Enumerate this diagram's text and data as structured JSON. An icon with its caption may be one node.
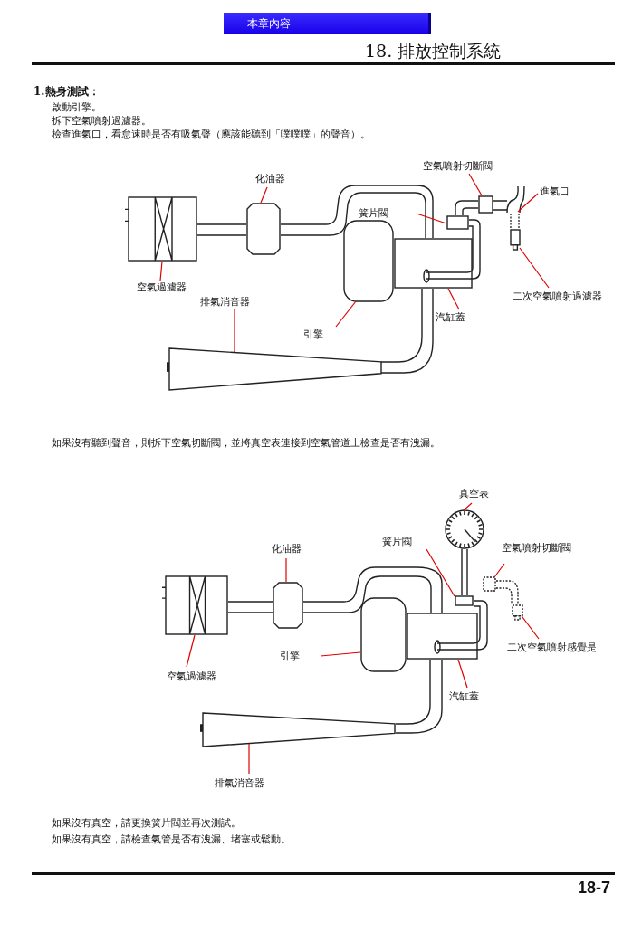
{
  "diagram": {
    "title": "18. 排放控制系統",
    "nodes": [
      {
        "text": [
          "化油器"
        ]
      },
      {
        "text": [
          "空氣噴射切斷閥"
        ]
      },
      {
        "text": [
          "進氣口"
        ]
      },
      {
        "text": [
          "簧片閥"
        ]
      },
      {
        "text": [
          "空氣過濾器"
        ]
      },
      {
        "text": [
          "排氣消音器"
        ]
      },
      {
        "text": [
          "二次空氣噴射過濾器"
        ]
      },
      {
        "text": [
          "汽缸蓋"
        ]
      },
      {
        "text": [
          "引擎"
        ]
      },
      {
        "text": [],
        "shape": "box"
      },
      {
        "text": [],
        "shape": "box"
      },
      {
        "text": [],
        "shape": "pipe"
      },
      {
        "text": [],
        "shape": "box"
      },
      {
        "text": [],
        "shape": "box"
      },
      {
        "text": [],
        "shape": "cone"
      },
      {
        "text": [],
        "shape": "box"
      },
      {
        "text": [],
        "shape": "box"
      },
      {
        "text": [],
        "shape": "box"
      },
      {
        "text": [
          "真空表"
        ]
      },
      {
        "text": [
          "化油器"
        ]
      },
      {
        "text": [
          "簧片閥"
        ]
      },
      {
        "text": [
          "空氣噴射切斷閥"
        ]
      },
      {
        "text": [
          "二次空氣噴射感覺是"
        ]
      },
      {
        "text": [
          "引擎"
        ]
      },
      {
        "text": [
          "空氣過濾器"
        ]
      },
      {
        "text": [
          "汽缸蓋"
        ]
      },
      {
        "text": [
          "排氣消音器"
        ]
      },
      {
        "text": [],
        "shape": "circle"
      },
      {
        "text": [],
        "shape": "box"
      },
      {
        "text": [],
        "shape": "box"
      },
      {
        "text": [],
        "shape": "box"
      },
      {
        "text": [],
        "shape": "box"
      },
      {
        "text": [],
        "shape": "box"
      },
      {
        "text": [],
        "shape": "box"
      },
      {
        "text": [],
        "shape": "box"
      },
      {
        "text": [],
        "shape": "cone"
      }
    ],
    "edges": [
      {
        "from": 0,
        "to": 9,
        "arrow": "none"
      },
      {
        "from": 1,
        "to": 10,
        "arrow": "none"
      },
      {
        "from": 2,
        "to": 11,
        "arrow": "none"
      },
      {
        "from": 3,
        "to": 12,
        "arrow": "none"
      },
      {
        "from": 4,
        "to": 13,
        "arrow": "none"
      },
      {
        "from": 5,
        "to": 14,
        "arrow": "none"
      },
      {
        "from": 6,
        "to": 15,
        "arrow": "none"
      },
      {
        "from": 7,
        "to": 16,
        "arrow": "none"
      },
      {
        "from": 8,
        "to": 17,
        "arrow": "none"
      },
      {
        "from": 18,
        "to": 27,
        "arrow": "none"
      },
      {
        "from": 19,
        "to": 28,
        "arrow": "none"
      },
      {
        "from": 20,
        "to": 29,
        "arrow": "none"
      },
      {
        "from": 21,
        "to": 30,
        "arrow": "none"
      },
      {
        "from": 22,
        "to": 31,
        "arrow": "none"
      },
      {
        "from": 23,
        "to": 32,
        "arrow": "none"
      },
      {
        "from": 24,
        "to": 33,
        "arrow": "none"
      },
      {
        "from": 25,
        "to": 34,
        "arrow": "none"
      },
      {
        "from": 26,
        "to": 35,
        "arrow": "none"
      }
    ],
    "labels": [
      "本章內容",
      "1.熱身測試：",
      "啟動引擎。",
      "拆下空氣噴射過濾器。",
      "檢查進氣口，看怠速時是否有吸氣聲（應該能聽到「噗噗噗」的聲音）。",
      "如果沒有聽到聲音，則拆下空氣切斷閥，並將真空表連接到空氣管道上檢查是否有洩漏。",
      "如果沒有真空，請更換簧片閥並再次測試。",
      "如果沒有真空，請檢查氣管是否有洩漏、堵塞或鬆動。",
      "18-7"
    ]
  }
}
